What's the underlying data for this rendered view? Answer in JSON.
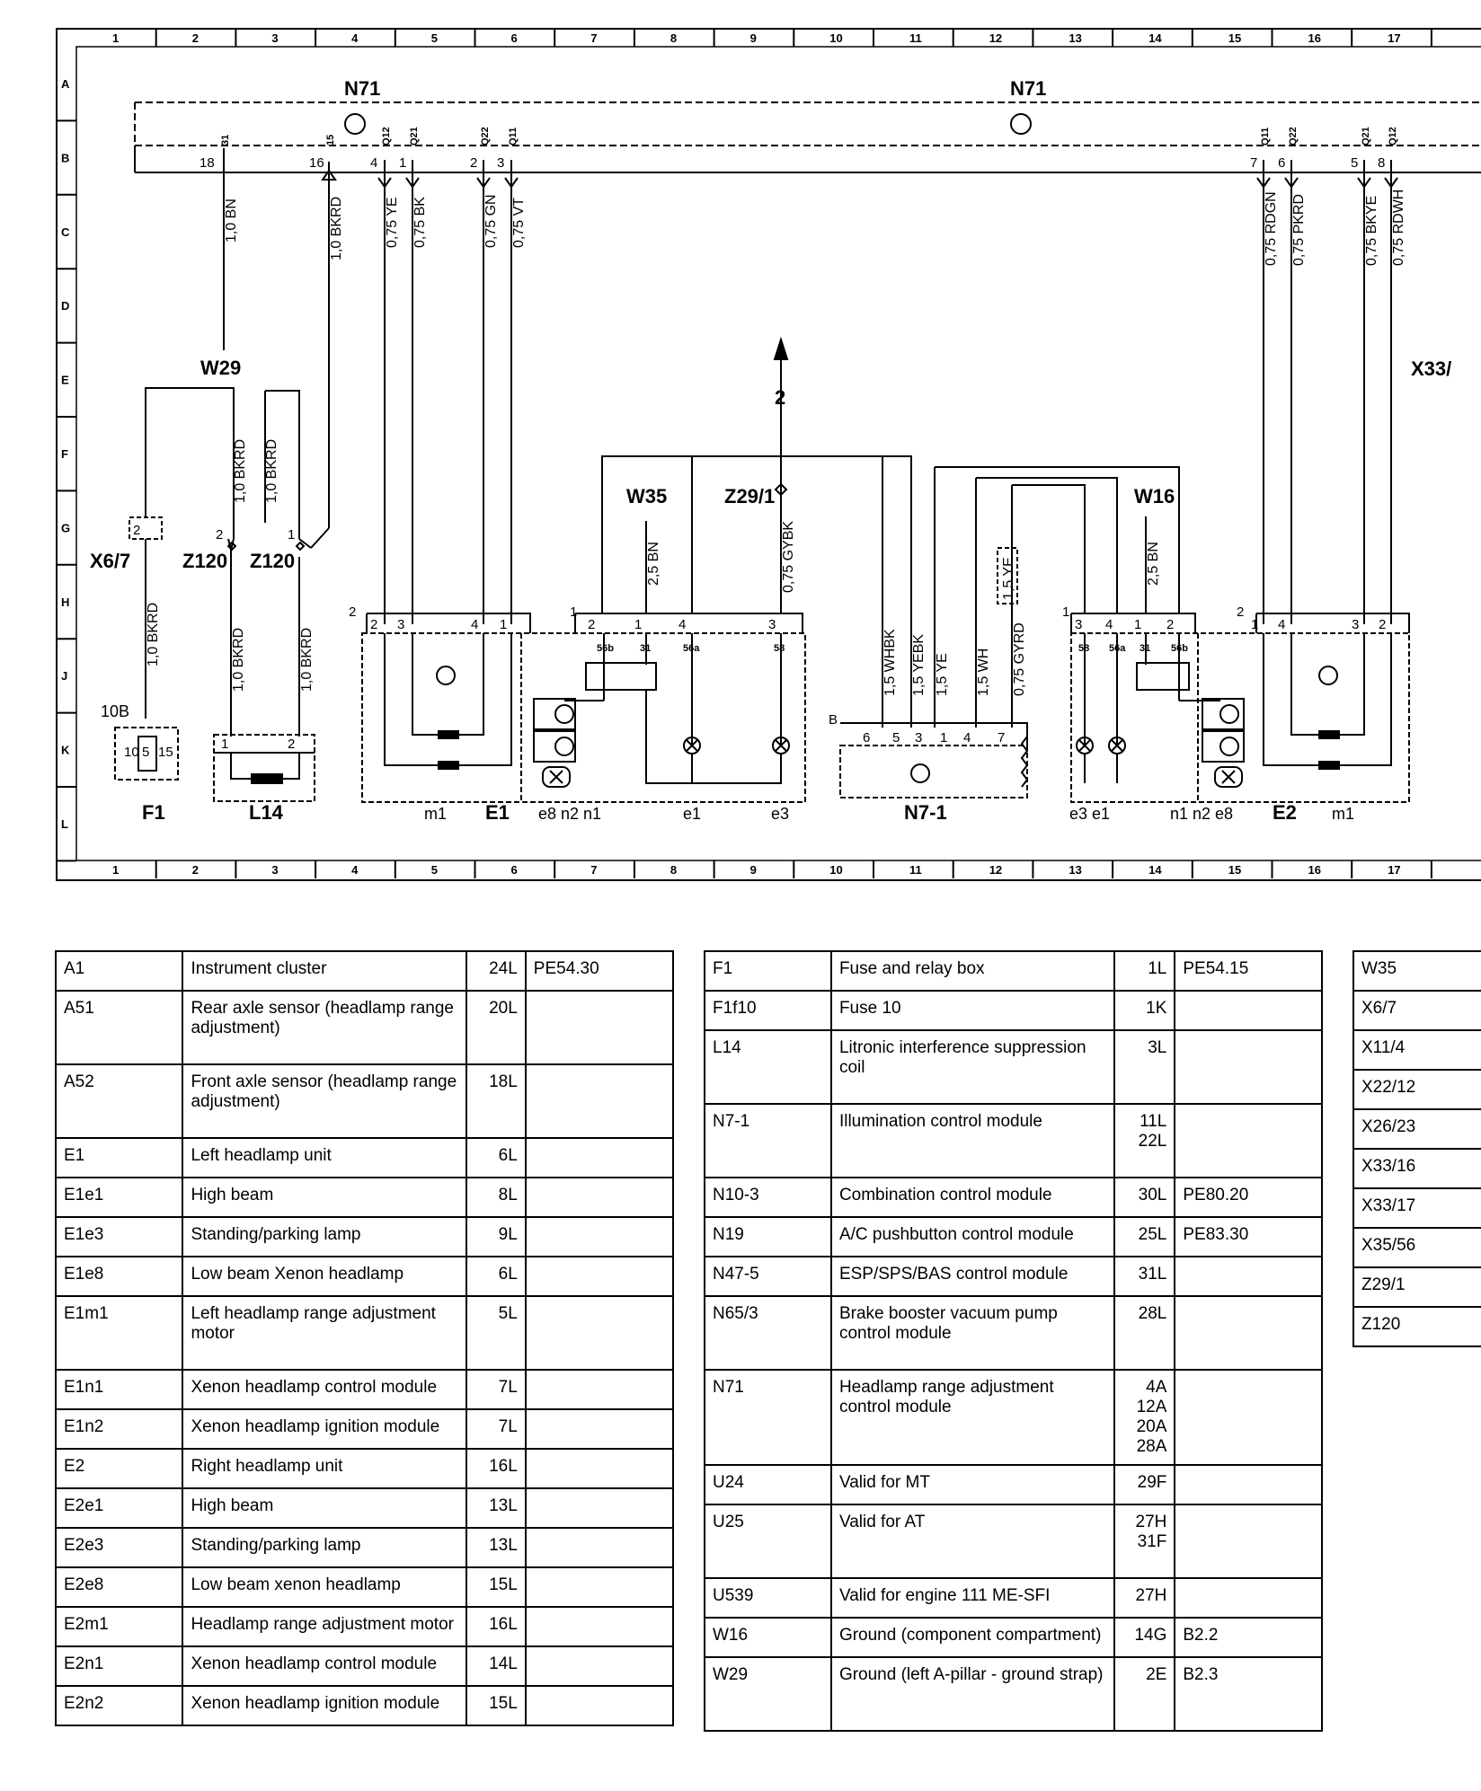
{
  "grid": {
    "columns": [
      "1",
      "2",
      "3",
      "4",
      "5",
      "6",
      "7",
      "8",
      "9",
      "10",
      "11",
      "12",
      "13",
      "14",
      "15",
      "16",
      "17"
    ],
    "rows": [
      "A",
      "B",
      "C",
      "D",
      "E",
      "F",
      "G",
      "H",
      "J",
      "K",
      "L"
    ]
  },
  "components": {
    "n71_left": "N71",
    "n71_right": "N71",
    "w29": "W29",
    "w35": "W35",
    "z29_1": "Z29/1",
    "w16": "W16",
    "x33": "X33/",
    "x6_7": "X6/7",
    "z120_a": "Z120",
    "z120_b": "Z120",
    "f1": "F1",
    "l14": "L14",
    "e1": "E1",
    "e2": "E2",
    "n7_1": "N7-1",
    "fuse_10b": "10B",
    "arrow_2": "2",
    "b": "B"
  },
  "wires": {
    "w18": "1,0 BN",
    "w16": "1,0 BKRD",
    "w4": "0,75 YE",
    "w1": "0,75 BK",
    "w2": "0,75 GN",
    "w3": "0,75 VT",
    "w7r": "0,75 RDGN",
    "w6r": "0,75 PKRD",
    "w5r": "0,75 BKYE",
    "w8r": "0,75 RDWH",
    "z120a_up": "1,0 BKRD",
    "z120b_up": "1,0 BKRD",
    "x67_down": "1,0 BKRD",
    "z120a_down": "1,0 BKRD",
    "z120b_down": "1,0 BKRD",
    "w35": "2,5 BN",
    "z29": "0,75 GYBK",
    "n7_1": "1,5 WHBK",
    "n7_2": "1,5 YEBK",
    "n7_3": "1,5 YE",
    "n7_4": "1,5 WH",
    "n7_5": "0,75 GYRD",
    "box_ye": "1,5 YE",
    "w16g": "2,5 BN"
  },
  "pins": {
    "n71_18": "18",
    "n71_16": "16",
    "n71_4": "4",
    "n71_1": "1",
    "n71_2": "2",
    "n71_3": "3",
    "n71_7": "7",
    "n71_6": "6",
    "n71_5": "5",
    "n71_8": "8",
    "sig_31": "31",
    "sig_15": "15",
    "sig_q12": "Q12",
    "sig_q21": "Q21",
    "sig_q22": "Q22",
    "sig_q11": "Q11",
    "sig_q11r": "Q11",
    "sig_q22r": "Q22",
    "sig_q21r": "Q21",
    "sig_q12r": "Q12",
    "e1_2": "2",
    "e1_3": "3",
    "e1_4": "4",
    "e1_1": "1",
    "el_1": "1",
    "el_2": "2",
    "el_3": "3",
    "el_4": "4",
    "el_56b": "56b",
    "el_31": "31",
    "el_56a": "56a",
    "el_58": "58",
    "n7_6": "6",
    "n7_5": "5",
    "n7_3": "3",
    "n7_1": "1",
    "n7_4": "4",
    "n7_7": "7",
    "er_1": "1",
    "er_3": "3",
    "er_4": "4",
    "er_2": "2",
    "er_58": "58",
    "er_56a": "56a",
    "er_31": "31",
    "er_56b": "56b",
    "e2_2": "2",
    "e2_1": "1",
    "e2_4": "4",
    "e2_3": "3",
    "e2_2b": "2",
    "z120a": "2",
    "z120b": "1",
    "x67_2": "2",
    "l14_1": "1",
    "l14_2": "2",
    "f1_10": "10",
    "f1_5": "5",
    "f1_15": "15"
  },
  "sublabels": {
    "m1_l": "m1",
    "e1_sub": "e8 n2 n1",
    "e1l": "e1",
    "e3l": "e3",
    "e3e1_r": "e3 e1",
    "n1n2e8_r": "n1 n2 e8",
    "m1_r": "m1"
  },
  "legend_left": [
    {
      "code": "A1",
      "desc": "Instrument cluster",
      "pos": "24L",
      "ref": "PE54.30"
    },
    {
      "code": "A51",
      "desc": "Rear axle sensor (headlamp range adjustment)",
      "pos": "20L",
      "ref": ""
    },
    {
      "code": "A52",
      "desc": "Front axle sensor (headlamp range adjustment)",
      "pos": "18L",
      "ref": ""
    },
    {
      "code": "E1",
      "desc": "Left headlamp unit",
      "pos": "6L",
      "ref": ""
    },
    {
      "code": "E1e1",
      "desc": "High beam",
      "pos": "8L",
      "ref": ""
    },
    {
      "code": "E1e3",
      "desc": "Standing/parking lamp",
      "pos": "9L",
      "ref": ""
    },
    {
      "code": "E1e8",
      "desc": "Low beam Xenon headlamp",
      "pos": "6L",
      "ref": ""
    },
    {
      "code": "E1m1",
      "desc": "Left headlamp range adjustment motor",
      "pos": "5L",
      "ref": ""
    },
    {
      "code": "E1n1",
      "desc": "Xenon headlamp control module",
      "pos": "7L",
      "ref": ""
    },
    {
      "code": "E1n2",
      "desc": "Xenon headlamp ignition module",
      "pos": "7L",
      "ref": ""
    },
    {
      "code": "E2",
      "desc": "Right headlamp unit",
      "pos": "16L",
      "ref": ""
    },
    {
      "code": "E2e1",
      "desc": "High beam",
      "pos": "13L",
      "ref": ""
    },
    {
      "code": "E2e3",
      "desc": "Standing/parking lamp",
      "pos": "13L",
      "ref": ""
    },
    {
      "code": "E2e8",
      "desc": "Low beam xenon headlamp",
      "pos": "15L",
      "ref": ""
    },
    {
      "code": "E2m1",
      "desc": "Headlamp range adjustment motor",
      "pos": "16L",
      "ref": ""
    },
    {
      "code": "E2n1",
      "desc": "Xenon headlamp control module",
      "pos": "14L",
      "ref": ""
    },
    {
      "code": "E2n2",
      "desc": "Xenon headlamp ignition module",
      "pos": "15L",
      "ref": ""
    }
  ],
  "legend_middle": [
    {
      "code": "F1",
      "desc": "Fuse and relay box",
      "pos": "1L",
      "ref": "PE54.15"
    },
    {
      "code": "F1f10",
      "desc": "Fuse 10",
      "pos": "1K",
      "ref": ""
    },
    {
      "code": "L14",
      "desc": "Litronic interference suppression coil",
      "pos": "3L",
      "ref": ""
    },
    {
      "code": "N7-1",
      "desc": "Illumination control module",
      "pos": "11L\n22L",
      "ref": ""
    },
    {
      "code": "N10-3",
      "desc": "Combination control module",
      "pos": "30L",
      "ref": "PE80.20"
    },
    {
      "code": "N19",
      "desc": "A/C pushbutton control module",
      "pos": "25L",
      "ref": "PE83.30"
    },
    {
      "code": "N47-5",
      "desc": "ESP/SPS/BAS control module",
      "pos": "31L",
      "ref": ""
    },
    {
      "code": "N65/3",
      "desc": "Brake booster vacuum pump control module",
      "pos": "28L",
      "ref": ""
    },
    {
      "code": "N71",
      "desc": "Headlamp range adjustment control module",
      "pos": "4A\n12A\n20A\n28A",
      "ref": ""
    },
    {
      "code": "U24",
      "desc": "Valid for MT",
      "pos": "29F",
      "ref": ""
    },
    {
      "code": "U25",
      "desc": "Valid for AT",
      "pos": "27H\n31F",
      "ref": ""
    },
    {
      "code": "U539",
      "desc": "Valid for engine 111 ME-SFI",
      "pos": "27H",
      "ref": ""
    },
    {
      "code": "W16",
      "desc": "Ground (component compartment)",
      "pos": "14G",
      "ref": "B2.2"
    },
    {
      "code": "W29",
      "desc": "Ground (left A-pillar - ground strap)",
      "pos": "2E",
      "ref": "B2.3"
    }
  ],
  "legend_right": [
    {
      "code": "W35"
    },
    {
      "code": "X6/7"
    },
    {
      "code": "X11/4"
    },
    {
      "code": "X22/12"
    },
    {
      "code": "X26/23"
    },
    {
      "code": "X33/16"
    },
    {
      "code": "X33/17"
    },
    {
      "code": "X35/56"
    },
    {
      "code": "Z29/1"
    },
    {
      "code": "Z120"
    }
  ]
}
